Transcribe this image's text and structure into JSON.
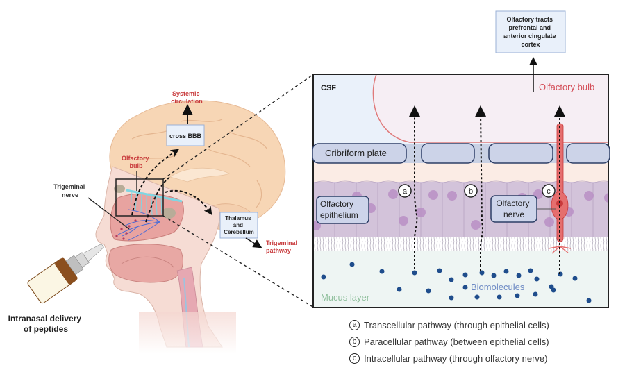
{
  "left_panel": {
    "labels": {
      "systemic_circulation": [
        "Systemic",
        "circulation"
      ],
      "cross_bbb": "cross BBB",
      "olfactory_bulb": [
        "Olfactory",
        "bulb"
      ],
      "trigeminal_nerve": [
        "Trigeminal",
        "nerve"
      ],
      "thalamus_cerebellum": [
        "Thalamus",
        "and",
        "Cerebellum"
      ],
      "trigeminal_pathway": [
        "Trigeminal",
        "pathway"
      ],
      "intranasal_delivery": [
        "Intranasal delivery",
        "of peptides"
      ]
    }
  },
  "right_panel": {
    "top_box": [
      "Olfactory tracts",
      "prefrontal and",
      "anterior cingulate",
      "cortex"
    ],
    "csf": "CSF",
    "olfactory_bulb": "Olfactory bulb",
    "cribriform_plate": "Cribriform plate",
    "olfactory_epithelium": [
      "Olfactory",
      "epithelium"
    ],
    "olfactory_nerve": [
      "Olfactory",
      "nerve"
    ],
    "mucus_layer": "Mucus layer",
    "biomolecules": "Biomolecules",
    "pathway_markers": [
      "a",
      "b",
      "c"
    ]
  },
  "legend": [
    {
      "marker": "a",
      "text": "Transcellular pathway (through epithelial cells)"
    },
    {
      "marker": "b",
      "text": "Paracellular pathway (between epithelial cells)"
    },
    {
      "marker": "c",
      "text": "Intracellular pathway (through olfactory nerve)"
    }
  ],
  "colors": {
    "red_label": "#c8393b",
    "box_fill": "#e9f0fa",
    "box_stroke": "#9ab0d6",
    "bulb_stroke": "#e07a7a",
    "nerve_fill": "#e56e6e",
    "molecule": "#1f4d8c",
    "epithelium": "#d3c3da",
    "nucleus": "#b98fc4",
    "plate": "#cdd4e8",
    "mucus": "#eef5f3",
    "csf": "#eaf1fa"
  }
}
